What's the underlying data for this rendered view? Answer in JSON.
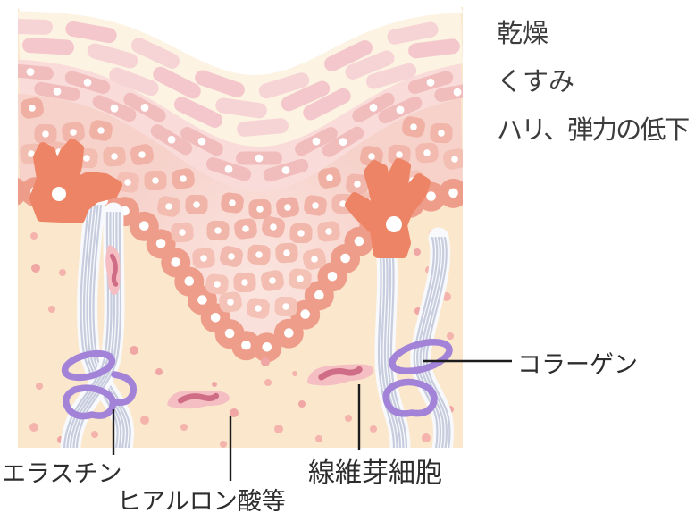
{
  "figure": {
    "subject": "skin-cross-section-aging-diagram",
    "symptoms": [
      "乾燥",
      "くすみ",
      "ハリ、弾力の低下"
    ],
    "labels": {
      "collagen": "コラーゲン",
      "elastin": "エラスチン",
      "hyaluronic": "ヒアルロン酸等",
      "fibroblast": "線維芽細胞"
    },
    "colors": {
      "background": "#ffffff",
      "corneum_bg": "#fdf3e3",
      "corneum_cell_a": "#f6d3d4",
      "corneum_cell_b": "#f3c7cb",
      "granular_bg": "#f9dcda",
      "granular_cell": "#f1bcbc",
      "spinous_bg_inner": "#fbe4df",
      "spinous_bg_outer": "#f6d2cb",
      "spinous_cell_dark": "#efab9f",
      "spinous_cell_light": "#f6cabf",
      "basal_cell": "#ee9d8b",
      "melanocyte": "#ec8465",
      "dermis_bg": "#fae7cc",
      "dermis_dot": "#f4b3ad",
      "dermis_dot_dark": "#f0a6a4",
      "rope_base": "#f8f9fc",
      "rope_strand": "#c7cdde",
      "elastin": "#a283d8",
      "fibroblast_body": "#f5bec2",
      "fibroblast_nucleus": "#cf6d87",
      "nucleus_dot": "#ffffff",
      "pointer_line": "#1c1c1c",
      "label_text": "#3c3c3c"
    }
  }
}
